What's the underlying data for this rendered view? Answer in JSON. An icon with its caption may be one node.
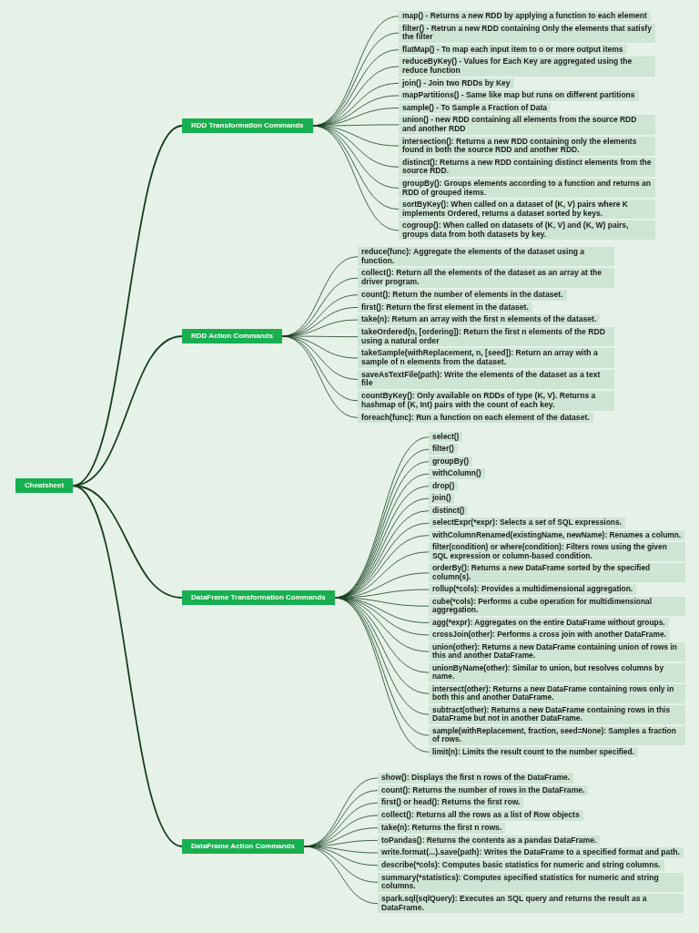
{
  "diagram": {
    "nodes": [
      {
        "text": [
          "Cheatsheet"
        ]
      },
      {
        "text": [
          "RDD Transformation Commands"
        ]
      },
      {
        "text": [
          "map() - Returns a new RDD by applying a function to each element"
        ]
      },
      {
        "text": [
          "filter() - Retrun a new RDD containing Only the elements that satisfy the filter"
        ]
      },
      {
        "text": [
          "flatMap() - To map each input item to o or more output items"
        ]
      },
      {
        "text": [
          "reduceByKey() - Values for Each Key are aggregated using the reduce function"
        ]
      },
      {
        "text": [
          "join() - Join two RDDs by Key"
        ]
      },
      {
        "text": [
          "mapPartitions() - Same like map but runs on different partitions"
        ]
      },
      {
        "text": [
          "sample() - To Sample a Fraction of Data"
        ]
      },
      {
        "text": [
          "union() - new RDD containing all elements from the source RDD and another RDD"
        ]
      },
      {
        "text": [
          "intersection(): Returns a new RDD containing only the elements found in both the source RDD and another RDD."
        ]
      },
      {
        "text": [
          "distinct(): Returns a new RDD containing distinct elements from the source RDD."
        ]
      },
      {
        "text": [
          "groupBy(): Groups elements according to a function and returns an RDD of grouped items."
        ]
      },
      {
        "text": [
          "sortByKey(): When called on a dataset of (K, V) pairs where K implements Ordered, returns a dataset sorted by keys."
        ]
      },
      {
        "text": [
          "cogroup(): When called on datasets of (K, V) and (K, W) pairs, groups data from both datasets by key."
        ]
      },
      {
        "text": [
          "RDD Action Commands"
        ]
      },
      {
        "text": [
          "reduce(func): Aggregate the elements of the dataset using a function."
        ]
      },
      {
        "text": [
          "collect(): Return all the elements of the dataset as an array at the driver program."
        ]
      },
      {
        "text": [
          "count(): Return the number of elements in the dataset."
        ]
      },
      {
        "text": [
          "first(): Return the first element in the dataset."
        ]
      },
      {
        "text": [
          "take(n): Return an array with the first n elements of the dataset."
        ]
      },
      {
        "text": [
          "takeOrdered(n, [ordering]): Return the first n elements of the RDD using a natural order"
        ]
      },
      {
        "text": [
          "takeSample(withReplacement, n, [seed]): Return an array with a sample of n elements from the dataset."
        ]
      },
      {
        "text": [
          "saveAsTextFile(path): Write the elements of the dataset as a text file"
        ]
      },
      {
        "text": [
          "countByKey(): Only available on RDDs of type (K, V). Returns a hashmap of (K, Int) pairs with the count of each key."
        ]
      },
      {
        "text": [
          "foreach(func): Run a function on each element of the dataset."
        ]
      },
      {
        "text": [
          "DataFrame Transformation Commands"
        ]
      },
      {
        "text": [
          "select()"
        ]
      },
      {
        "text": [
          "filter()"
        ]
      },
      {
        "text": [
          "groupBy()"
        ]
      },
      {
        "text": [
          "withColumn()"
        ]
      },
      {
        "text": [
          "drop()"
        ]
      },
      {
        "text": [
          "join()"
        ]
      },
      {
        "text": [
          "distinct()"
        ]
      },
      {
        "text": [
          "selectExpr(*expr): Selects a set of SQL expressions."
        ]
      },
      {
        "text": [
          "withColumnRenamed(existingName, newName): Renames a column."
        ]
      },
      {
        "text": [
          "filter(condition) or where(condition): Filters rows using the given SQL expression or column-based condition."
        ]
      },
      {
        "text": [
          "orderBy(): Returns a new DataFrame sorted by the specified column(s)."
        ]
      },
      {
        "text": [
          "rollup(*cols): Provides a multidimensional aggregation."
        ]
      },
      {
        "text": [
          "cube(*cols): Performs a cube operation for multidimensional aggregation."
        ]
      },
      {
        "text": [
          "agg(*expr): Aggregates on the entire DataFrame without groups."
        ]
      },
      {
        "text": [
          "crossJoin(other): Performs a cross join with another DataFrame."
        ]
      },
      {
        "text": [
          "union(other): Returns a new DataFrame containing union of rows in this and another DataFrame."
        ]
      },
      {
        "text": [
          "unionByName(other): Similar to union, but resolves columns by name."
        ]
      },
      {
        "text": [
          "intersect(other): Returns a new DataFrame containing rows only in both this and another DataFrame."
        ]
      },
      {
        "text": [
          "subtract(other): Returns a new DataFrame containing rows in this DataFrame but not in another DataFrame."
        ]
      },
      {
        "text": [
          "sample(withReplacement, fraction, seed=None): Samples a fraction of rows."
        ]
      },
      {
        "text": [
          "limit(n): Limits the result count to the number specified."
        ]
      },
      {
        "text": [
          "DataFrame Action Commands"
        ]
      },
      {
        "text": [
          "show(): Displays the first n rows of the DataFrame."
        ]
      },
      {
        "text": [
          "count(): Returns the number of rows in the DataFrame."
        ]
      },
      {
        "text": [
          "first() or head(): Returns the first row."
        ]
      },
      {
        "text": [
          "collect(): Returns all the rows as a list of Row objects"
        ]
      },
      {
        "text": [
          "take(n): Returns the first n rows."
        ]
      },
      {
        "text": [
          "toPandas(): Returns the contents as a pandas DataFrame."
        ]
      },
      {
        "text": [
          "write.format(...).save(path): Writes the DataFrame to a specified format and path."
        ]
      },
      {
        "text": [
          "describe(*cols): Computes basic statistics for numeric and string columns."
        ]
      },
      {
        "text": [
          "summary(*statistics): Computes specified statistics for numeric and string columns."
        ]
      },
      {
        "text": [
          "spark.sql(sqlQuery): Executes an SQL query and returns the result as a DataFrame."
        ]
      }
    ],
    "edges": [
      {
        "from": 0,
        "to": 1,
        "arrow": "none"
      },
      {
        "from": 1,
        "to": 2,
        "arrow": "none"
      },
      {
        "from": 1,
        "to": 3,
        "arrow": "none"
      },
      {
        "from": 1,
        "to": 4,
        "arrow": "none"
      },
      {
        "from": 1,
        "to": 5,
        "arrow": "none"
      },
      {
        "from": 1,
        "to": 6,
        "arrow": "none"
      },
      {
        "from": 1,
        "to": 7,
        "arrow": "none"
      },
      {
        "from": 1,
        "to": 8,
        "arrow": "none"
      },
      {
        "from": 1,
        "to": 9,
        "arrow": "none"
      },
      {
        "from": 1,
        "to": 10,
        "arrow": "none"
      },
      {
        "from": 1,
        "to": 11,
        "arrow": "none"
      },
      {
        "from": 1,
        "to": 12,
        "arrow": "none"
      },
      {
        "from": 1,
        "to": 13,
        "arrow": "none"
      },
      {
        "from": 1,
        "to": 14,
        "arrow": "none"
      },
      {
        "from": 0,
        "to": 15,
        "arrow": "none"
      },
      {
        "from": 15,
        "to": 16,
        "arrow": "none"
      },
      {
        "from": 15,
        "to": 17,
        "arrow": "none"
      },
      {
        "from": 15,
        "to": 18,
        "arrow": "none"
      },
      {
        "from": 15,
        "to": 19,
        "arrow": "none"
      },
      {
        "from": 15,
        "to": 20,
        "arrow": "none"
      },
      {
        "from": 15,
        "to": 21,
        "arrow": "none"
      },
      {
        "from": 15,
        "to": 22,
        "arrow": "none"
      },
      {
        "from": 15,
        "to": 23,
        "arrow": "none"
      },
      {
        "from": 15,
        "to": 24,
        "arrow": "none"
      },
      {
        "from": 15,
        "to": 25,
        "arrow": "none"
      },
      {
        "from": 0,
        "to": 26,
        "arrow": "none"
      },
      {
        "from": 26,
        "to": 27,
        "arrow": "none"
      },
      {
        "from": 26,
        "to": 28,
        "arrow": "none"
      },
      {
        "from": 26,
        "to": 29,
        "arrow": "none"
      },
      {
        "from": 26,
        "to": 30,
        "arrow": "none"
      },
      {
        "from": 26,
        "to": 31,
        "arrow": "none"
      },
      {
        "from": 26,
        "to": 32,
        "arrow": "none"
      },
      {
        "from": 26,
        "to": 33,
        "arrow": "none"
      },
      {
        "from": 26,
        "to": 34,
        "arrow": "none"
      },
      {
        "from": 26,
        "to": 35,
        "arrow": "none"
      },
      {
        "from": 26,
        "to": 36,
        "arrow": "none"
      },
      {
        "from": 26,
        "to": 37,
        "arrow": "none"
      },
      {
        "from": 26,
        "to": 38,
        "arrow": "none"
      },
      {
        "from": 26,
        "to": 39,
        "arrow": "none"
      },
      {
        "from": 26,
        "to": 40,
        "arrow": "none"
      },
      {
        "from": 26,
        "to": 41,
        "arrow": "none"
      },
      {
        "from": 26,
        "to": 42,
        "arrow": "none"
      },
      {
        "from": 26,
        "to": 43,
        "arrow": "none"
      },
      {
        "from": 26,
        "to": 44,
        "arrow": "none"
      },
      {
        "from": 26,
        "to": 45,
        "arrow": "none"
      },
      {
        "from": 26,
        "to": 46,
        "arrow": "none"
      },
      {
        "from": 26,
        "to": 47,
        "arrow": "none"
      },
      {
        "from": 0,
        "to": 48,
        "arrow": "none"
      },
      {
        "from": 48,
        "to": 49,
        "arrow": "none"
      },
      {
        "from": 48,
        "to": 50,
        "arrow": "none"
      },
      {
        "from": 48,
        "to": 51,
        "arrow": "none"
      },
      {
        "from": 48,
        "to": 52,
        "arrow": "none"
      },
      {
        "from": 48,
        "to": 53,
        "arrow": "none"
      },
      {
        "from": 48,
        "to": 54,
        "arrow": "none"
      },
      {
        "from": 48,
        "to": 55,
        "arrow": "none"
      },
      {
        "from": 48,
        "to": 56,
        "arrow": "none"
      },
      {
        "from": 48,
        "to": 57,
        "arrow": "none"
      },
      {
        "from": 48,
        "to": 58,
        "arrow": "none"
      }
    ]
  }
}
